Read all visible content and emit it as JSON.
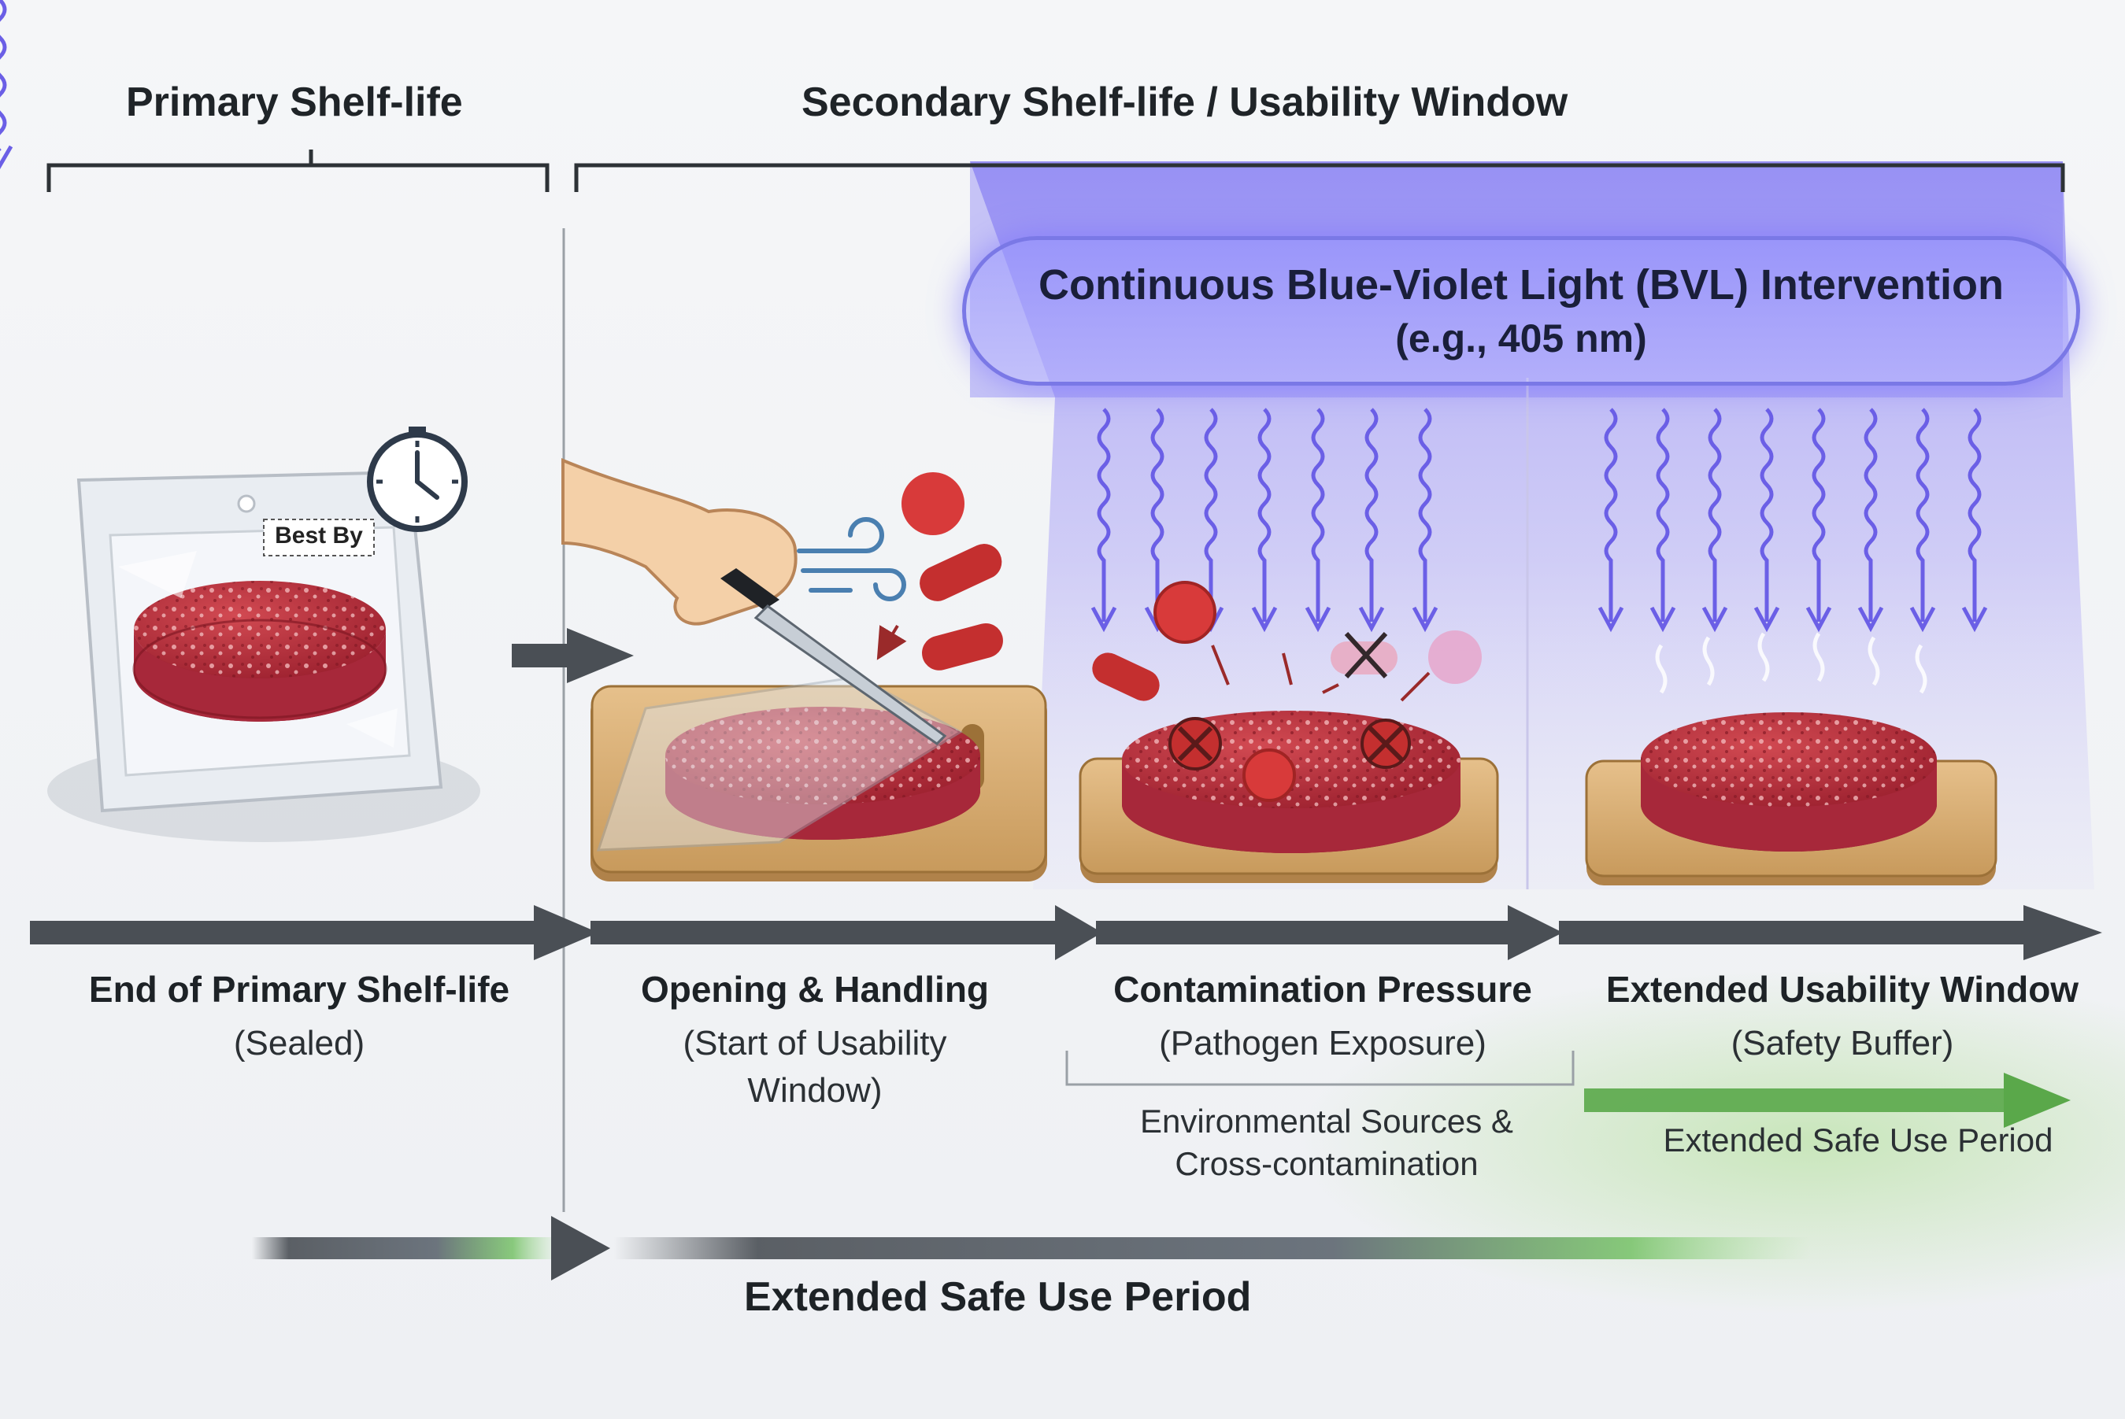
{
  "headers": {
    "primary": "Primary Shelf-life",
    "secondary": "Secondary Shelf-life / Usability Window"
  },
  "bvl": {
    "title": "Continuous Blue-Violet Light (BVL) Intervention",
    "subtitle": "(e.g., 405 nm)"
  },
  "package": {
    "label": "Best By"
  },
  "stages": [
    {
      "title": "End of Primary Shelf-life",
      "subtitle": "(Sealed)"
    },
    {
      "title": "Opening & Handling",
      "subtitle": "(Start of Usability Window)"
    },
    {
      "title": "Contamination Pressure",
      "subtitle": "(Pathogen Exposure)",
      "note": "Environmental Sources & Cross-contamination"
    },
    {
      "title": "Extended Usability Window",
      "subtitle": "(Safety Buffer)",
      "note": "Extended Safe Use Period"
    }
  ],
  "bottom": {
    "label": "Extended Safe Use Period"
  },
  "colors": {
    "arrow": "#4a4f55",
    "meat": "#b52a35",
    "board": "#d8b07a",
    "bvl": "#7a78e6",
    "green": "#5aa84a",
    "pathogen": "#d83a3a"
  },
  "icons": [
    "clock-icon",
    "hand-icon",
    "knife-icon",
    "wind-icon",
    "bacteria-icon",
    "virus-icon",
    "x-mark-icon",
    "light-wave-icon",
    "steam-icon"
  ]
}
